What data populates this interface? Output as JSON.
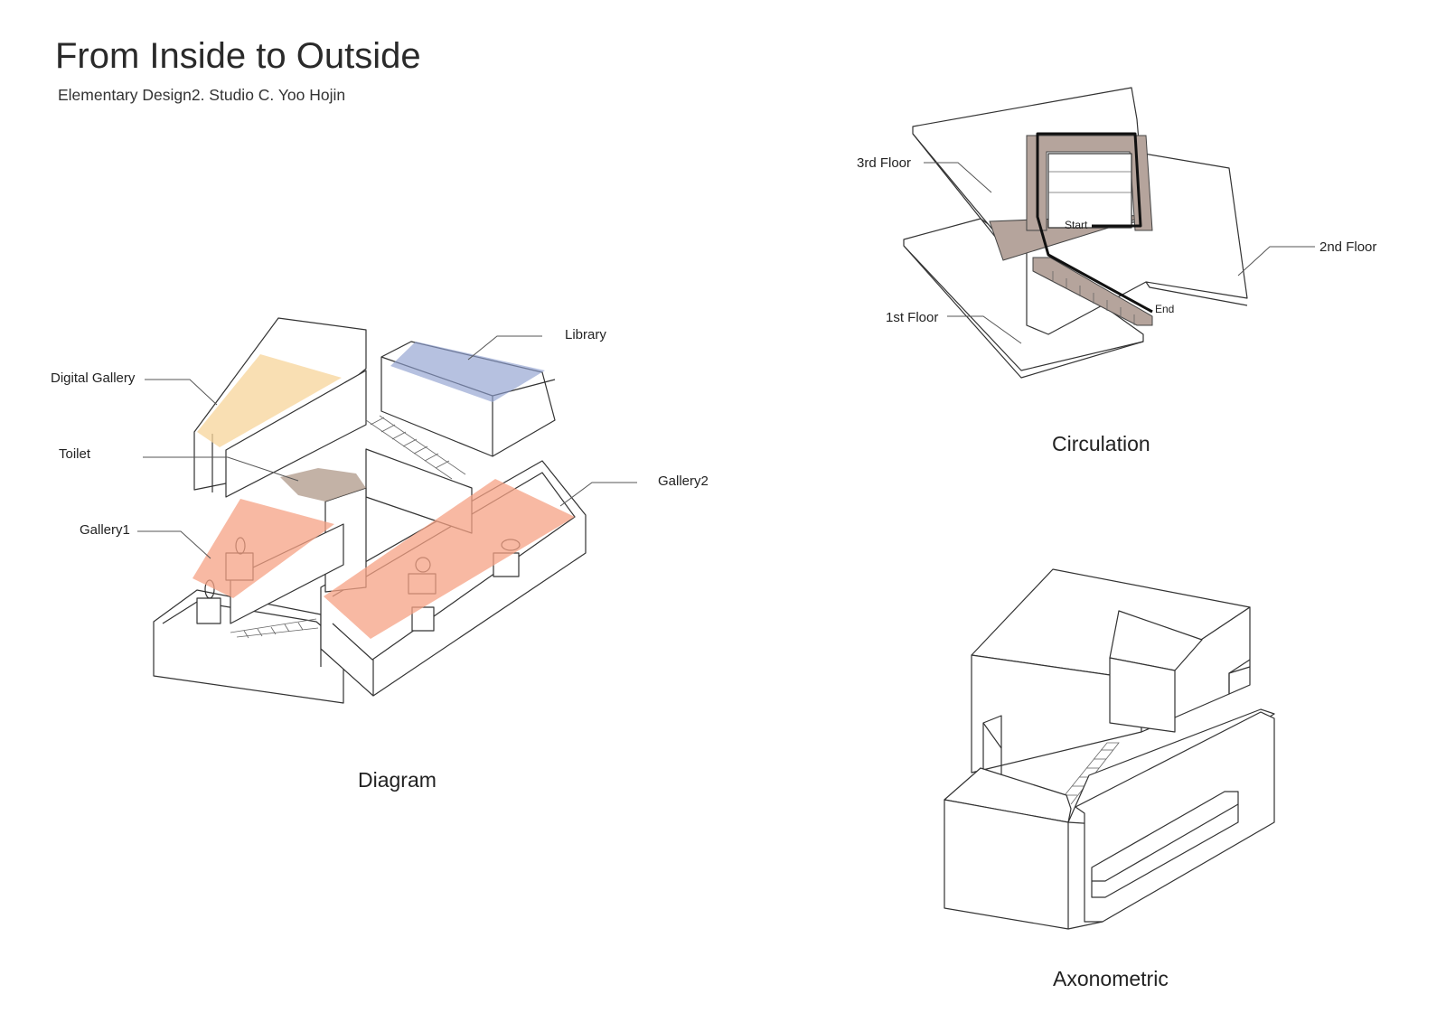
{
  "header": {
    "title": "From Inside to Outside",
    "subtitle": "Elementary Design2. Studio C. Yoo Hojin"
  },
  "diagram": {
    "caption": "Diagram",
    "labels": {
      "library": "Library",
      "digital_gallery": "Digital Gallery",
      "toilet": "Toilet",
      "gallery1": "Gallery1",
      "gallery2": "Gallery2"
    },
    "colors": {
      "library": "#8f9fd0",
      "digital_gallery": "#f7d49a",
      "gallery": "#f5a184",
      "toilet": "#b9a597"
    }
  },
  "circulation": {
    "caption": "Circulation",
    "labels": {
      "floor3": "3rd Floor",
      "floor2": "2nd Floor",
      "floor1": "1st Floor",
      "start": "Start",
      "end": "End"
    },
    "colors": {
      "stair": "#b5a49c"
    }
  },
  "axonometric": {
    "caption": "Axonometric"
  }
}
